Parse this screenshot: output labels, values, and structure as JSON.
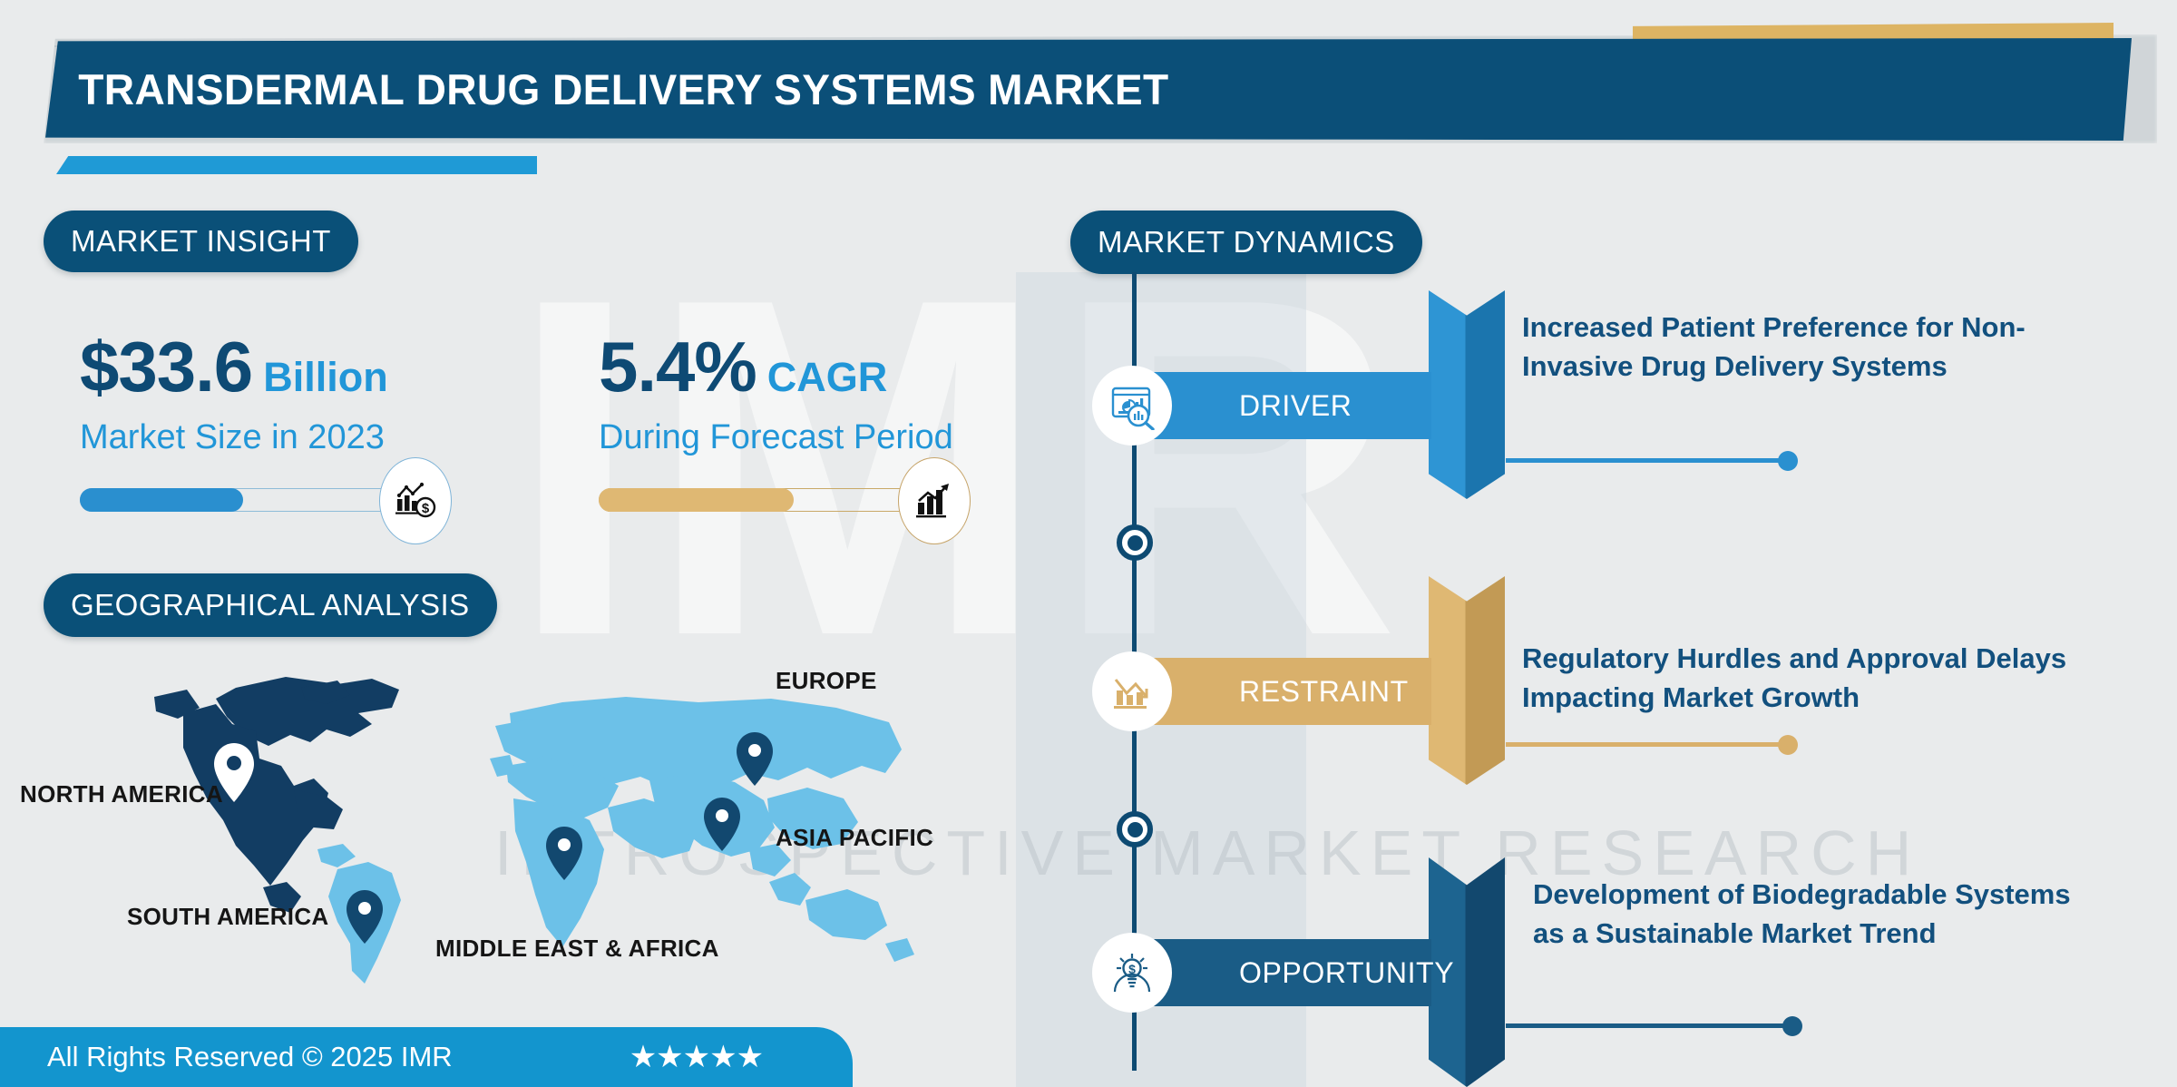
{
  "header": {
    "title": "TRANSDERMAL DRUG DELIVERY SYSTEMS MARKET",
    "bar_color": "#0b4f78",
    "accent_color": "#1f9ad6",
    "gold_color": "#ddb463"
  },
  "watermark": {
    "letters": "IMR",
    "text": "INTROSPECTIVE MARKET RESEARCH"
  },
  "market_insight": {
    "pill_label": "MARKET INSIGHT",
    "metrics": [
      {
        "value": "$33.6",
        "unit": "Billion",
        "subtitle": "Market Size in 2023",
        "icon": "bar-chart-dollar-icon",
        "bar_color": "#2a8fcf",
        "bar_fill_percent": 52
      },
      {
        "value": "5.4%",
        "unit": "CAGR",
        "subtitle": "During Forecast Period",
        "icon": "growth-arrow-chart-icon",
        "bar_color": "#dfb873",
        "bar_fill_percent": 62
      }
    ]
  },
  "geographical_analysis": {
    "pill_label": "GEOGRAPHICAL ANALYSIS",
    "regions": [
      {
        "label": "NORTH AMERICA"
      },
      {
        "label": "EUROPE"
      },
      {
        "label": "ASIA PACIFIC"
      },
      {
        "label": "SOUTH AMERICA"
      },
      {
        "label": "MIDDLE EAST & AFRICA"
      }
    ]
  },
  "market_dynamics": {
    "pill_label": "MARKET DYNAMICS",
    "items": [
      {
        "label": "DRIVER",
        "icon": "dashboard-magnifier-icon",
        "text": "Increased Patient Preference for Non-Invasive Drug Delivery Systems",
        "color": "#2a90d0",
        "color_dark": "#1b79b5"
      },
      {
        "label": "RESTRAINT",
        "icon": "declining-bar-chart-icon",
        "text": "Regulatory Hurdles and Approval Delays Impacting Market Growth",
        "color": "#d9b06b",
        "color_dark": "#c09a56"
      },
      {
        "label": "OPPORTUNITY",
        "icon": "lightbulb-dollar-icon",
        "text": "Development of Biodegradable Systems as a Sustainable Market Trend",
        "color": "#1a5c86",
        "color_dark": "#114b70"
      }
    ]
  },
  "footer": {
    "copyright": "All Rights Reserved © 2025 IMR",
    "stars": "★★★★★",
    "background_color": "#1395ce"
  }
}
